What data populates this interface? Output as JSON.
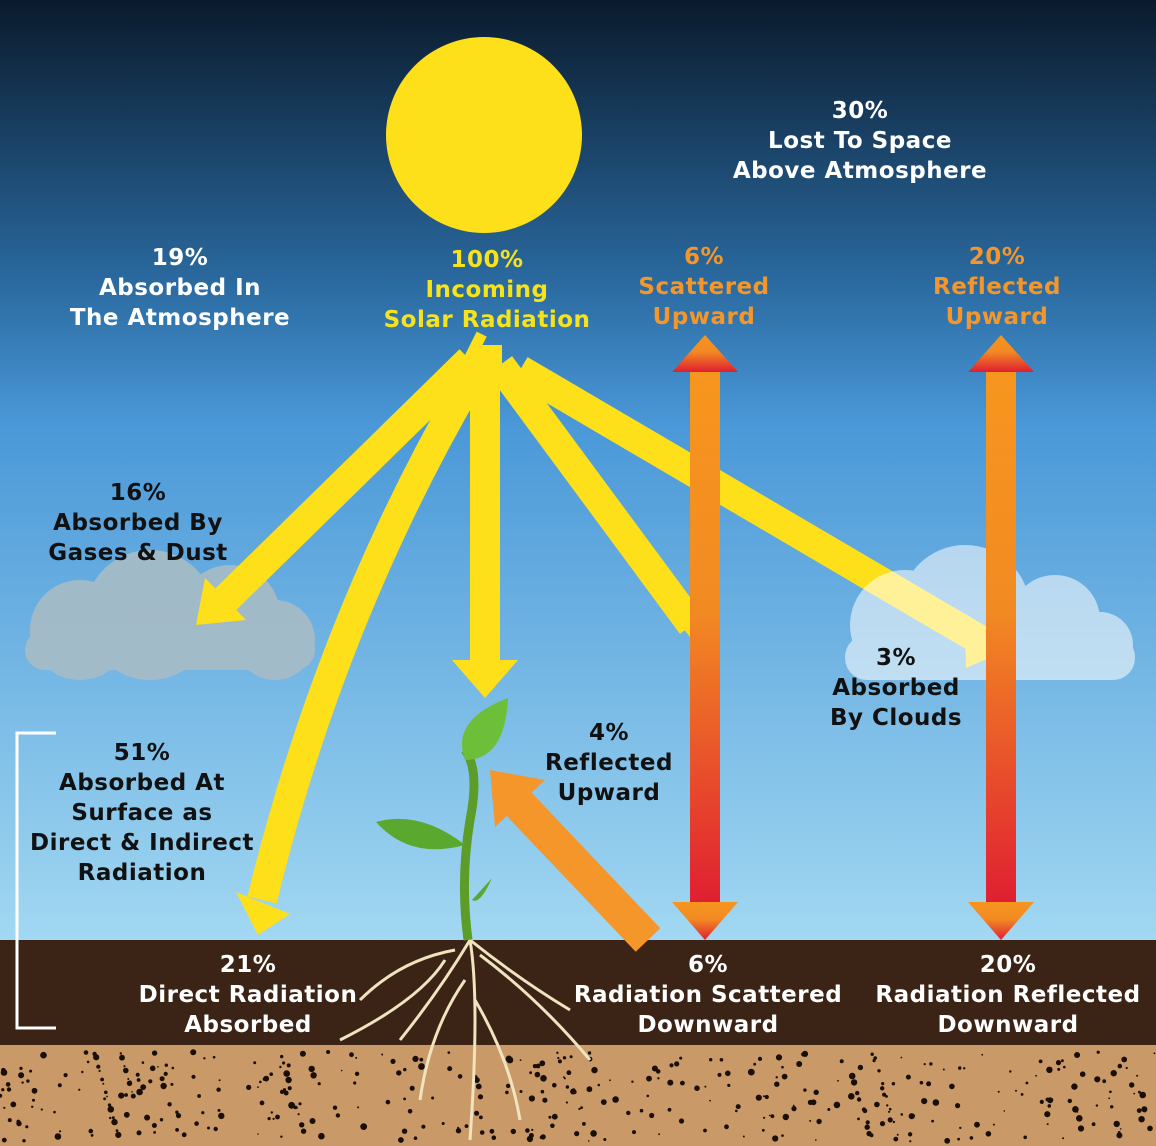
{
  "colors": {
    "sun": "#fde01a",
    "sky_top": "#0b1c30",
    "sky_bottom": "#a0d6f2",
    "soil": "#3b2416",
    "ground": "#c99a67",
    "orange": "#f5962a",
    "red": "#e02030"
  },
  "labels": {
    "lost_space": [
      "30%",
      "Lost To Space",
      "Above Atmosphere"
    ],
    "absorbed_atmo": [
      "19%",
      "Absorbed In",
      "The Atmosphere"
    ],
    "incoming": [
      "100%",
      "Incoming",
      "Solar Radiation"
    ],
    "scattered_up": [
      "6%",
      "Scattered",
      "Upward"
    ],
    "reflected_up": [
      "20%",
      "Reflected",
      "Upward"
    ],
    "gases_dust": [
      "16%",
      "Absorbed By",
      "Gases & Dust"
    ],
    "clouds": [
      "3%",
      "Absorbed",
      "By Clouds"
    ],
    "reflected_up_surface": [
      "4%",
      "Reflected",
      "Upward"
    ],
    "surface": [
      "51%",
      "Absorbed At",
      "Surface as",
      "Direct & Indirect",
      "Radiation"
    ],
    "direct": [
      "21%",
      "Direct Radiation",
      "Absorbed"
    ],
    "scattered_down": [
      "6%",
      "Radiation Scattered",
      "Downward"
    ],
    "reflected_down": [
      "20%",
      "Radiation Reflected",
      "Downward"
    ]
  }
}
